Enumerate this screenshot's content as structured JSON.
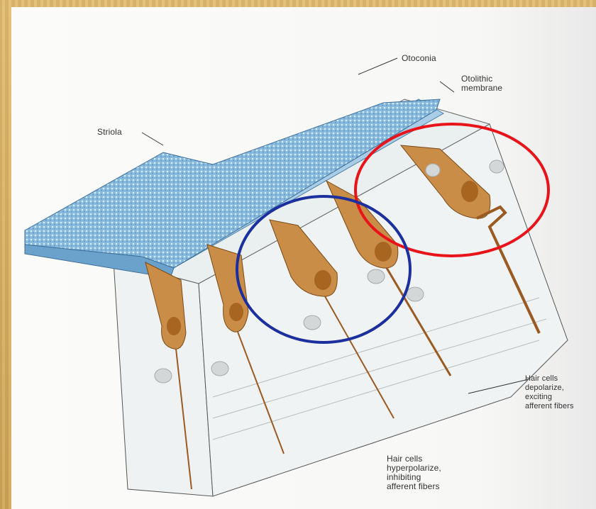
{
  "labels": {
    "otoconia": "Otoconia",
    "otolithic_membrane": "Otolithic\nmembrane",
    "striola": "Striola",
    "depolarize": "Hair cells\ndepolarize,\nexciting\nafferent fibers",
    "hyperpolarize": "Hair cells\nhyperpolarize,\ninhibiting\nafferent fibers"
  },
  "highlight_colors": {
    "red_circle": "#e8141a",
    "blue_circle": "#1c2f9e"
  },
  "colors": {
    "membrane": "#7fb3d8",
    "hair_cell": "#c98d47",
    "nucleus": "#a8651f"
  }
}
